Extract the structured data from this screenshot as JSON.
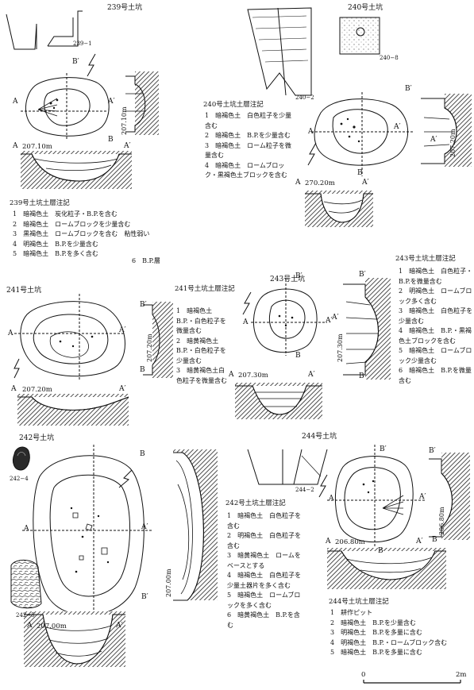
{
  "pits": {
    "p239": {
      "title": "239号土坑",
      "artifact": "239−1",
      "level_plan": "207.10m",
      "level_section": "207.10m",
      "notes_title": "239号土坑土層注記",
      "notes": [
        "1　暗褐色土　炭化粒子・B.P.を含む",
        "2　暗褐色土　ロームブロックを少量含む",
        "3　黒褐色土　ロームブロックを含む　粘性弱い",
        "4　明褐色土　B.P.を少量含む",
        "5　暗褐色土　B.P.を多く含む",
        "6　B.P.層"
      ]
    },
    "p240": {
      "title": "240号土坑",
      "artifact_a": "240−2",
      "artifact_b": "240−8",
      "level_plan": "207.20m",
      "level_section": "270.20m",
      "notes_title": "240号土坑土層注記",
      "notes": [
        "1　暗褐色土　白色粒子を少量含む",
        "2　暗褐色土　B.P.を少量含む",
        "3　暗褐色土　ローム粒子を微量含む",
        "4　暗褐色土　ロームブロック・黒褐色土ブロックを含む"
      ]
    },
    "p241": {
      "title": "241号土坑",
      "level_plan": "207.20m",
      "level_section": "207.20m",
      "notes_title": "241号土坑土層注記",
      "notes": [
        "1　暗褐色土　B.P.・白色粒子を微量含む",
        "2　暗黄褐色土B.P.・白色粒子を少量含む",
        "3　暗黄褐色土白色粒子を微量含む"
      ]
    },
    "p242": {
      "title": "242号土坑",
      "artifact_a": "242−4",
      "artifact_b": "242−5",
      "level_plan": "207.00m",
      "level_section": "207.00m",
      "notes_title": "242号土坑土層注記",
      "notes": [
        "1　暗褐色土　白色粒子を含む",
        "2　明褐色土　白色粒子を含む",
        "3　暗黄褐色土　ロームをベースとする",
        "4　暗褐色土　白色粒子を少量土器片を多く含む",
        "5　暗褐色土　ロームブロックを多く含む",
        "6　暗黄褐色土　B.P.を含む"
      ]
    },
    "p243": {
      "title": "243号土坑",
      "level_plan": "207.30m",
      "level_section": "207.30m",
      "notes_title": "243号土坑土層注記",
      "notes": [
        "1　暗褐色土　白色粒子・B.P.を微量含む",
        "2　明褐色土　ロームブロック多く含む",
        "3　暗褐色土　白色粒子を少量含む",
        "4　暗褐色土　B.P.・黒褐色土ブロックを含む",
        "5　暗褐色土　ロームブロック少量含む",
        "6　暗褐色土　B.P.を微量含む"
      ]
    },
    "p244": {
      "title": "244号土坑",
      "artifact": "244−2",
      "level_plan": "206.80m",
      "level_section": "206.80m",
      "notes_title": "244号土坑土層注記",
      "notes": [
        "1　耕作ピット",
        "2　暗褐色土　B.P.を少量含む",
        "3　明褐色土　B.P.を多量に含む",
        "4　明褐色土　B.P.・ロームブロック含む",
        "5　暗褐色土　B.P.を多量に含む"
      ]
    }
  },
  "marks": {
    "a": "A",
    "a_prime": "A′",
    "b": "B",
    "b_prime": "B′"
  },
  "scale": {
    "start": "0",
    "end": "2m"
  }
}
